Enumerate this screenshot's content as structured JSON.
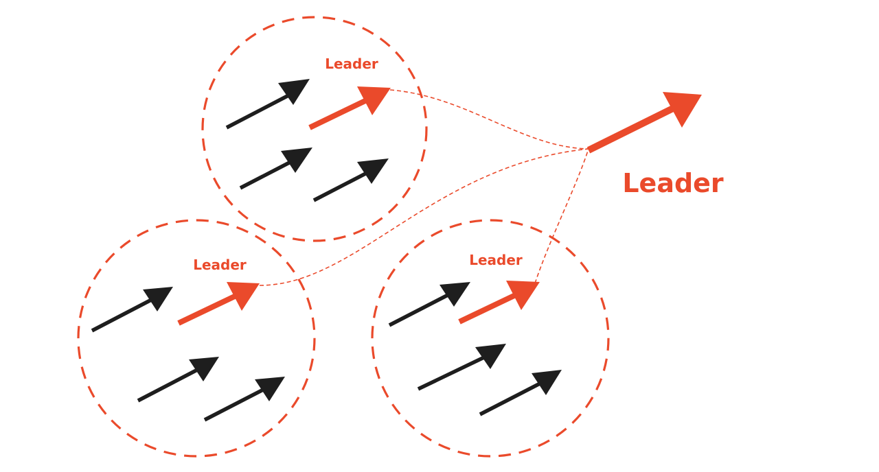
{
  "colors": {
    "accent": "#ea4a2b",
    "follower": "#1e1e1e",
    "background": "#ffffff"
  },
  "labels": {
    "group_top": "Leader",
    "group_left": "Leader",
    "group_right": "Leader",
    "main": "Leader"
  }
}
